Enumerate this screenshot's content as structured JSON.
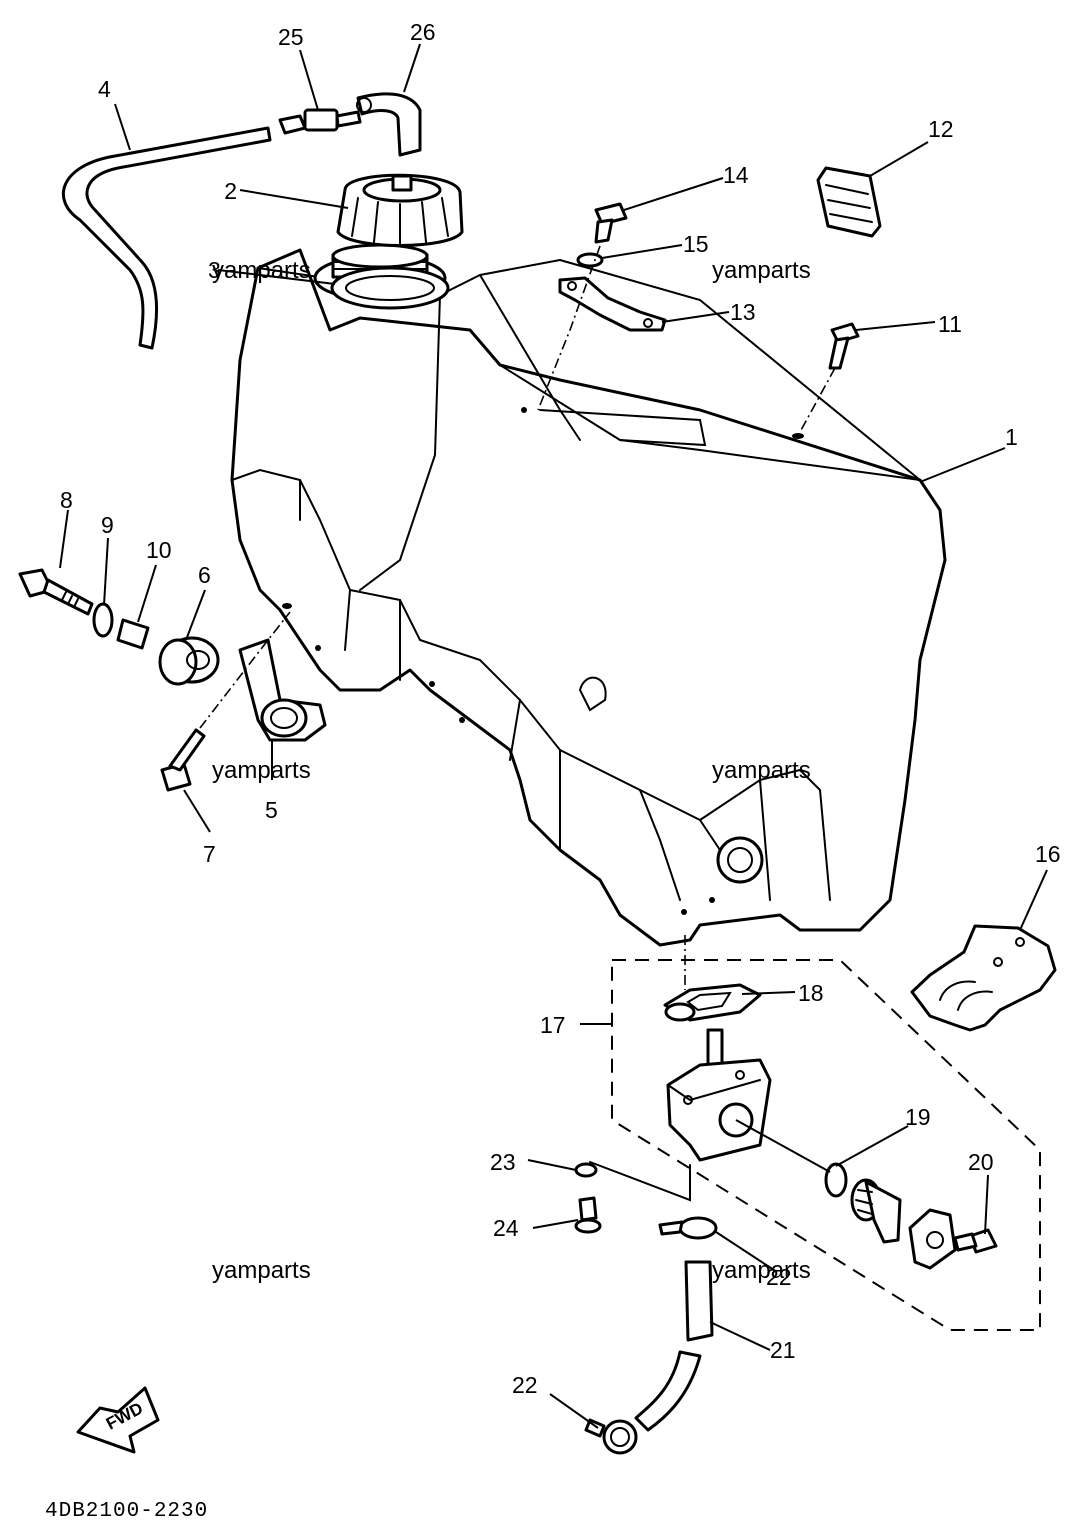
{
  "parts": [
    {
      "id": "1",
      "label": "1"
    },
    {
      "id": "2",
      "label": "2"
    },
    {
      "id": "3",
      "label": "3"
    },
    {
      "id": "4",
      "label": "4"
    },
    {
      "id": "5",
      "label": "5"
    },
    {
      "id": "6",
      "label": "6"
    },
    {
      "id": "7",
      "label": "7"
    },
    {
      "id": "8",
      "label": "8"
    },
    {
      "id": "9",
      "label": "9"
    },
    {
      "id": "10",
      "label": "10"
    },
    {
      "id": "11",
      "label": "11"
    },
    {
      "id": "12",
      "label": "12"
    },
    {
      "id": "13",
      "label": "13"
    },
    {
      "id": "14",
      "label": "14"
    },
    {
      "id": "15",
      "label": "15"
    },
    {
      "id": "16",
      "label": "16"
    },
    {
      "id": "17",
      "label": "17"
    },
    {
      "id": "18",
      "label": "18"
    },
    {
      "id": "19",
      "label": "19"
    },
    {
      "id": "20",
      "label": "20"
    },
    {
      "id": "21",
      "label": "21"
    },
    {
      "id": "22a",
      "label": "22"
    },
    {
      "id": "22b",
      "label": "22"
    },
    {
      "id": "23",
      "label": "23"
    },
    {
      "id": "24",
      "label": "24"
    },
    {
      "id": "25",
      "label": "25"
    },
    {
      "id": "26",
      "label": "26"
    }
  ],
  "watermark": "yamparts",
  "fwd_label": "FWD",
  "diagram_code": "4DB2100-2230"
}
